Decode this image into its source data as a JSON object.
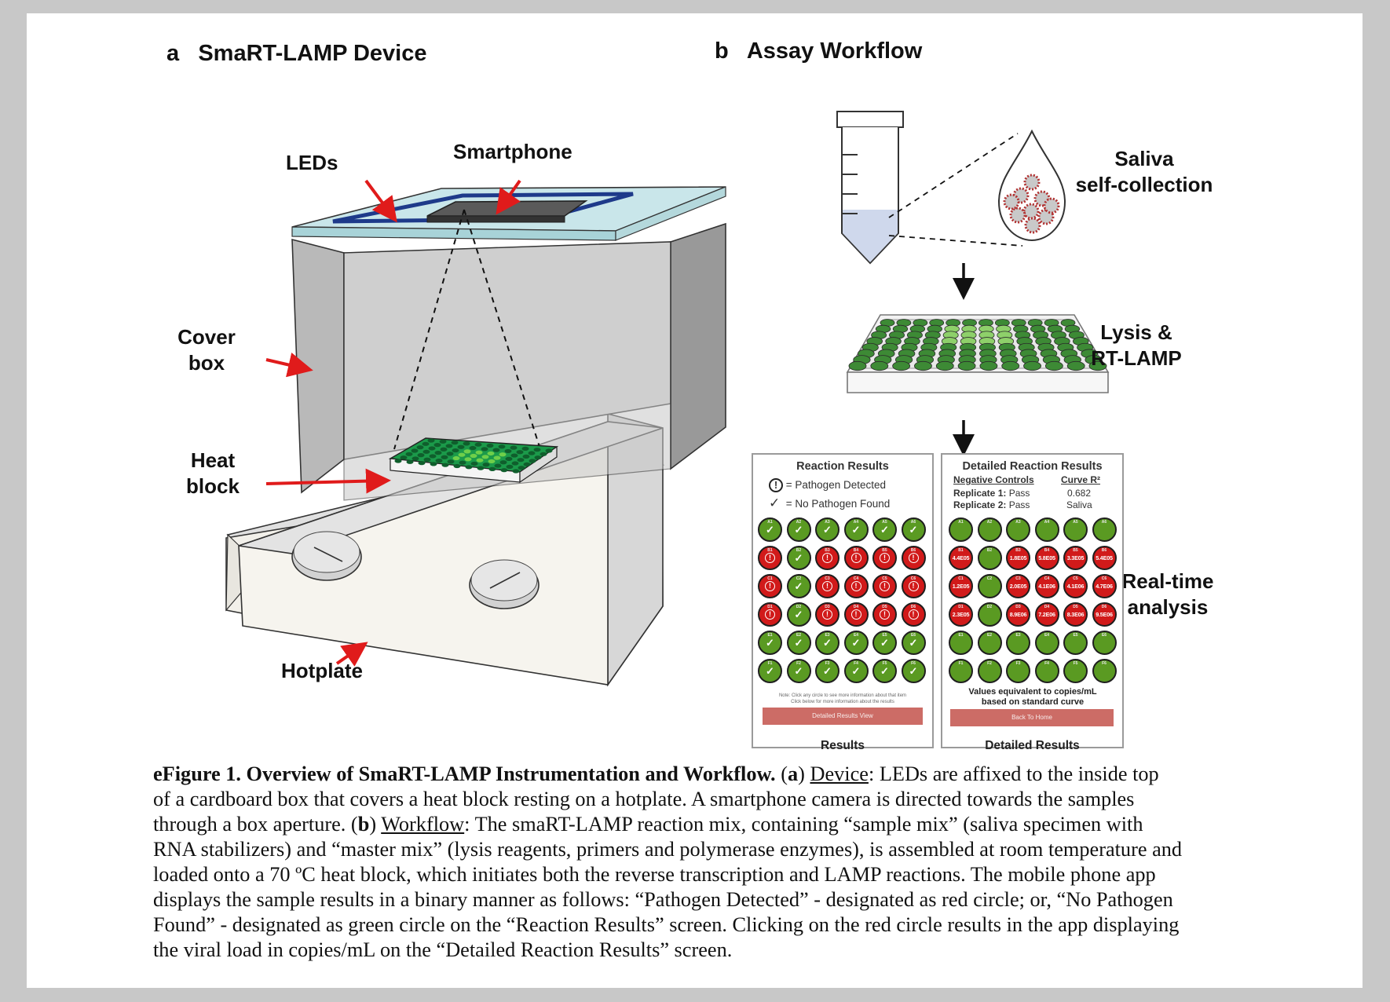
{
  "panel_a": {
    "title_letter": "a",
    "title": "SmaRT-LAMP Device",
    "labels": {
      "leds": "LEDs",
      "smartphone": "Smartphone",
      "cover_box_1": "Cover",
      "cover_box_2": "box",
      "heat_block_1": "Heat",
      "heat_block_2": "block",
      "hotplate": "Hotplate"
    }
  },
  "panel_b": {
    "title_letter": "b",
    "title": "Assay Workflow",
    "steps": {
      "saliva_1": "Saliva",
      "saliva_2": "self-collection",
      "lysis_1": "Lysis &",
      "lysis_2": "RT-LAMP",
      "realtime_1": "Real-time",
      "realtime_2": "analysis"
    },
    "results_screen": {
      "title": "Reaction Results",
      "legend_detected": "= Pathogen Detected",
      "legend_none": "= No Pathogen Found",
      "note_1": "Note: Click any circle to see more information about that item",
      "note_2": "Click below for more information about the results",
      "button": "Detailed Results View",
      "caption": "Results",
      "rows": [
        {
          "row": "A",
          "wells": [
            "g",
            "g",
            "g",
            "g",
            "g",
            "g"
          ]
        },
        {
          "row": "B",
          "wells": [
            "r",
            "g",
            "r",
            "r",
            "r",
            "r"
          ]
        },
        {
          "row": "C",
          "wells": [
            "r",
            "g",
            "r",
            "r",
            "r",
            "r"
          ]
        },
        {
          "row": "D",
          "wells": [
            "r",
            "g",
            "r",
            "r",
            "r",
            "r"
          ]
        },
        {
          "row": "E",
          "wells": [
            "g",
            "g",
            "g",
            "g",
            "g",
            "g"
          ]
        },
        {
          "row": "F",
          "wells": [
            "g",
            "g",
            "g",
            "g",
            "g",
            "g"
          ]
        }
      ]
    },
    "detailed_screen": {
      "title": "Detailed Reaction Results",
      "neg_controls": "Negative Controls",
      "curve": "Curve R²",
      "rep1": "Replicate 1:",
      "rep1_val": "Pass",
      "rep2": "Replicate 2:",
      "rep2_val": "Pass",
      "r2_value": "0.682",
      "r2_sample": "Saliva",
      "foot_1": "Values equivalent to copies/mL",
      "foot_2": "based on standard curve",
      "button": "Back To Home",
      "caption": "Detailed Results",
      "rows": [
        {
          "row": "A",
          "wells": [
            [
              "g",
              ""
            ],
            [
              "g",
              ""
            ],
            [
              "g",
              ""
            ],
            [
              "g",
              ""
            ],
            [
              "g",
              ""
            ],
            [
              "g",
              ""
            ]
          ]
        },
        {
          "row": "B",
          "wells": [
            [
              "r",
              "4.4E05"
            ],
            [
              "g",
              ""
            ],
            [
              "r",
              "1.8E05"
            ],
            [
              "r",
              "5.8E05"
            ],
            [
              "r",
              "3.3E05"
            ],
            [
              "r",
              "5.4E05"
            ]
          ]
        },
        {
          "row": "C",
          "wells": [
            [
              "r",
              "1.2E05"
            ],
            [
              "g",
              ""
            ],
            [
              "r",
              "2.0E05"
            ],
            [
              "r",
              "4.1E06"
            ],
            [
              "r",
              "4.1E06"
            ],
            [
              "r",
              "4.7E06"
            ]
          ]
        },
        {
          "row": "D",
          "wells": [
            [
              "r",
              "2.3E05"
            ],
            [
              "g",
              ""
            ],
            [
              "r",
              "8.9E06"
            ],
            [
              "r",
              "7.2E06"
            ],
            [
              "r",
              "8.3E06"
            ],
            [
              "r",
              "9.5E06"
            ]
          ]
        },
        {
          "row": "E",
          "wells": [
            [
              "g",
              ""
            ],
            [
              "g",
              ""
            ],
            [
              "g",
              ""
            ],
            [
              "g",
              ""
            ],
            [
              "g",
              ""
            ],
            [
              "g",
              ""
            ]
          ]
        },
        {
          "row": "F",
          "wells": [
            [
              "g",
              ""
            ],
            [
              "g",
              ""
            ],
            [
              "g",
              ""
            ],
            [
              "g",
              ""
            ],
            [
              "g",
              ""
            ],
            [
              "g",
              ""
            ]
          ]
        }
      ]
    }
  },
  "caption": {
    "lines": [
      [
        "<b>eFigure 1.  Overview of SmaRT-LAMP Instrumentation and Workflow.</b>  (<b>a</b>) <u>Device</u>: LEDs are affixed to the inside top"
      ],
      [
        "of a cardboard box that covers a heat block resting on a hotplate.  A smartphone camera is directed towards the samples"
      ],
      [
        "through a box aperture.  (<b>b</b>) <u>Workflow</u>: The smaRT-LAMP reaction mix, containing “sample mix” (saliva specimen with"
      ],
      [
        "RNA stabilizers) and “master mix” (lysis reagents, primers and polymerase enzymes), is assembled at room temperature and"
      ],
      [
        "loaded onto a 70 ºC heat block, which initiates both the reverse transcription and LAMP reactions.  The mobile phone app"
      ],
      [
        "displays the sample results in a binary manner as follows: “Pathogen Detected” - designated as red circle; or, “No Pathogen"
      ],
      [
        "Found” - designated as green circle on the “Reaction Results” screen.  Clicking on the red circle results in the app displaying"
      ],
      [
        "the viral load in copies/mL on the “Detailed Reaction Results” screen."
      ]
    ]
  },
  "colors": {
    "well_green": "#5a9a22",
    "well_red": "#d11a1a",
    "arrow_red": "#e01b1b",
    "led_blue": "#1e3a8a",
    "button_red": "#cc6c66"
  }
}
